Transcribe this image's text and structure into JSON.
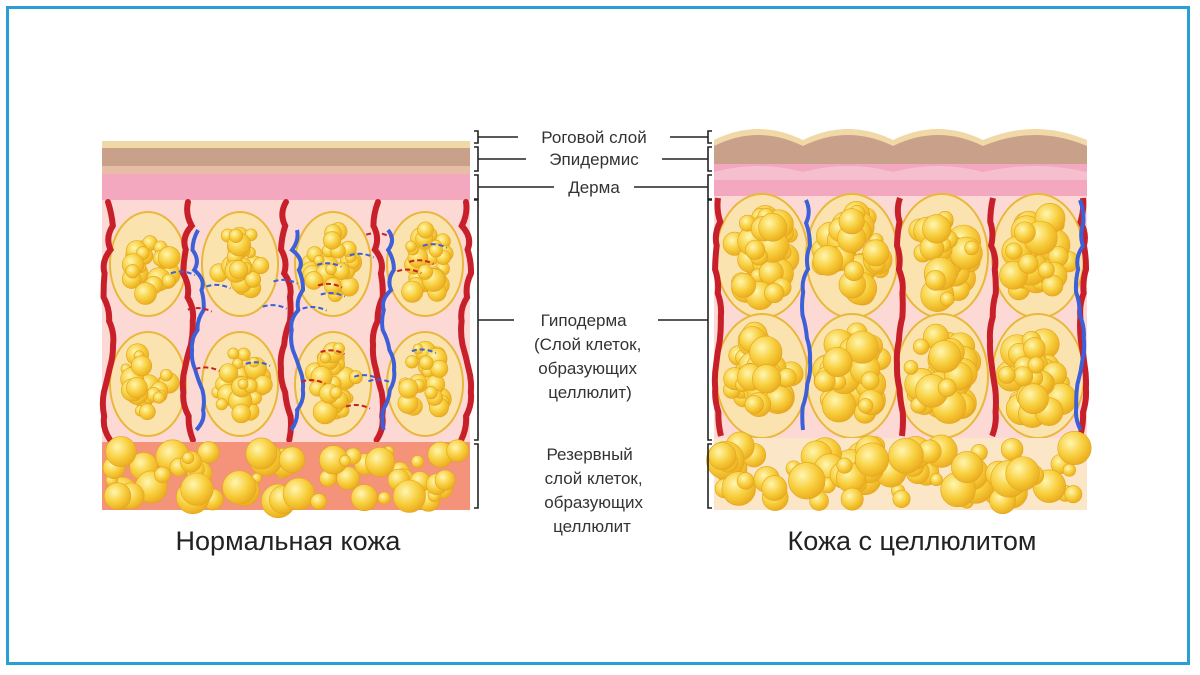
{
  "colors": {
    "border": "#2a9fd6",
    "stratum": "#f0d9a6",
    "epidermis": "#c9a18b",
    "dermis": "#f3a8bf",
    "hypodermis": "#fcd9d4",
    "reserve_normal": "#f4937a",
    "reserve_cellulite": "#fbe6c8",
    "fat": "#f8cc3a",
    "fat_highlight": "#fff3a0",
    "artery": "#c8202a",
    "vein": "#3d5fd8",
    "bracket": "#222222"
  },
  "labels": {
    "stratum_corneum": "Роговой слой",
    "epidermis": "Эпидермис",
    "dermis": "Дерма",
    "hypodermis_lines": [
      "Гиподерма",
      "(Слой клеток,",
      "образующих",
      "целлюлит)"
    ],
    "reserve_lines": [
      "Резервный",
      "слой клеток,",
      "образующих",
      "целлюлит"
    ]
  },
  "captions": {
    "normal": "Нормальная кожа",
    "cellulite": "Кожа с целлюлитом"
  }
}
